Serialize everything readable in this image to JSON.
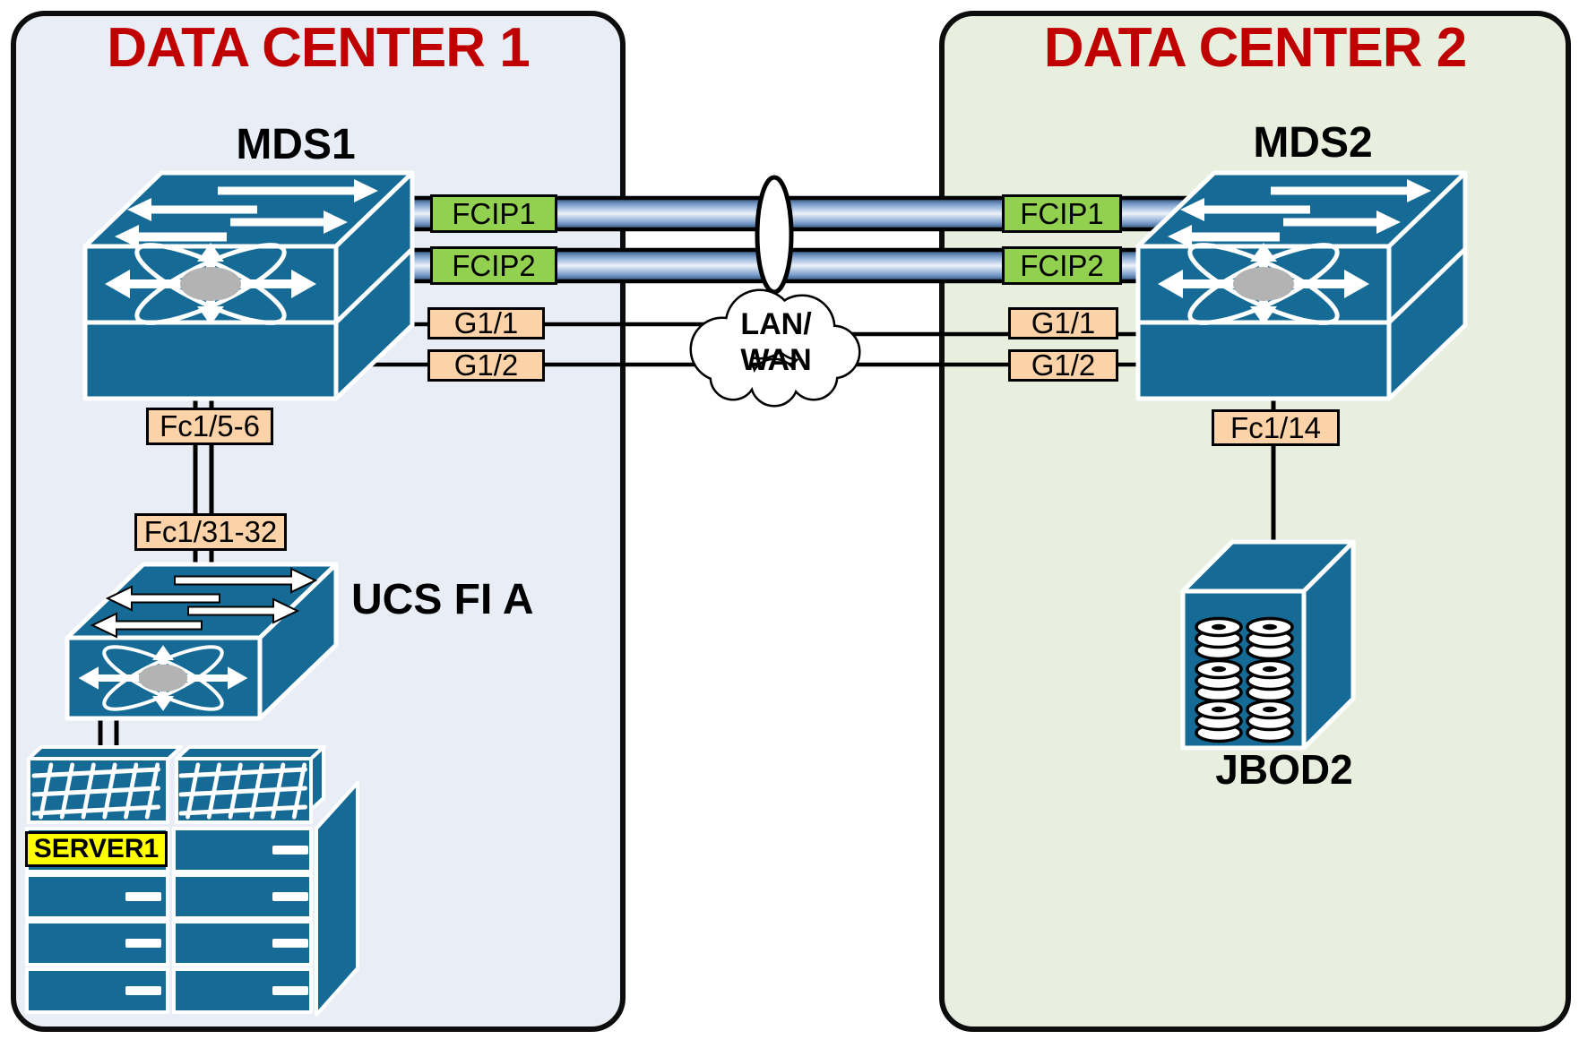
{
  "diagram": {
    "dc1": {
      "title": "DATA CENTER 1"
    },
    "dc2": {
      "title": "DATA CENTER 2"
    },
    "nodes": {
      "mds1": "MDS1",
      "mds2": "MDS2",
      "ucs_fi_a": "UCS FI A",
      "jbod2": "JBOD2",
      "server1": "SERVER1"
    },
    "cloud": {
      "line1": "LAN/",
      "line2": "WAN"
    },
    "links": {
      "fcip1": "FCIP1",
      "fcip2": "FCIP2",
      "g1_1": "G1/1",
      "g1_2": "G1/2",
      "fc1_5_6": "Fc1/5-6",
      "fc1_31_32": "Fc1/31-32",
      "fc1_14": "Fc1/14"
    },
    "icons": {
      "mds1": "director-switch-icon",
      "mds2": "director-switch-icon",
      "ucs_fi_a": "fabric-interconnect-switch-icon",
      "server_chassis": "blade-chassis-icon",
      "jbod2": "disk-array-icon",
      "wan": "cloud-icon",
      "fcip_tunnel": "tunnel-pipe-icon",
      "tunnel_ring": "tunnel-ellipse-icon"
    },
    "colors": {
      "dc1_bg": "#e9edf5",
      "dc2_bg": "#e9efdf",
      "title_red": "#c00000",
      "switch_blue": "#156b96",
      "fcip_green": "#92d050",
      "port_peach": "#fcd3a8",
      "server_yellow": "#ffff00",
      "pipe_dark": "#2a4d77",
      "pipe_light": "#edf2fa"
    }
  }
}
